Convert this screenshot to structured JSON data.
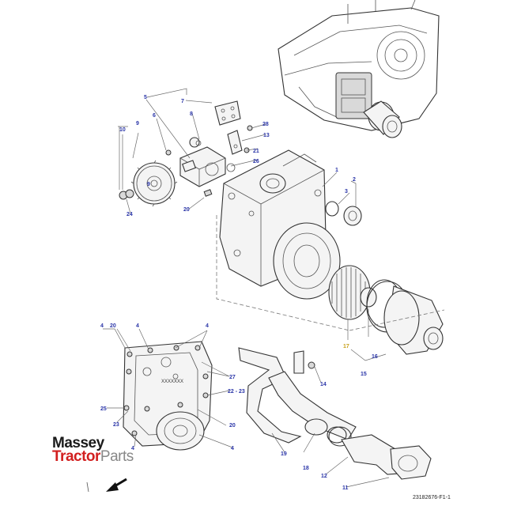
{
  "callouts": {
    "c1": "1",
    "c2": "2",
    "c3": "3",
    "c4a": "4",
    "c4b": "4",
    "c4c": "4",
    "c4d": "4",
    "c4e": "4",
    "c5": "5",
    "c6": "6",
    "c7": "7",
    "c8": "8",
    "c9a": "9",
    "c9b": "9",
    "c10": "10",
    "c11": "11",
    "c12": "12",
    "c13": "13",
    "c14": "14",
    "c15": "15",
    "c16": "16",
    "c17": "17",
    "c18": "18",
    "c19": "19",
    "c20a": "20",
    "c20b": "20",
    "c20c": "20",
    "c21": "21",
    "c22": "22 - 23",
    "c23": "23",
    "c24": "24",
    "c25": "25",
    "c26": "26",
    "c27": "27",
    "c28": "28"
  },
  "cover_stamp": "XXXXXXX",
  "logo": {
    "line1": "Massey",
    "line2_a": "Tractor",
    "line2_b": "Parts",
    "brand_red": "#d21f1f"
  },
  "doc_id": "23182676-F1-1",
  "colors": {
    "callout": "#2a35a8",
    "callout_highlight": "#c8a21e"
  },
  "icons": {
    "direction": "arrow-down-left-icon"
  }
}
